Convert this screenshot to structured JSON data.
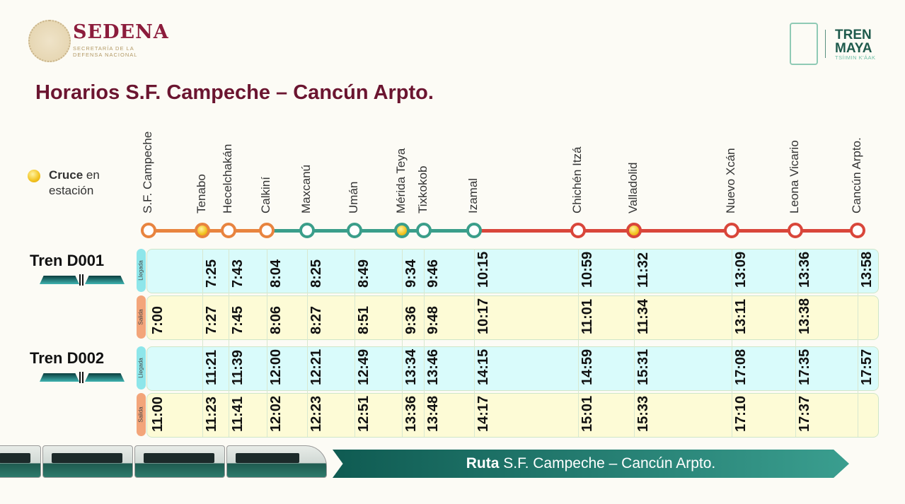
{
  "header": {
    "org": "SEDENA",
    "org_sub1": "SECRETARÍA DE LA",
    "org_sub2": "DEFENSA NACIONAL",
    "brand_line1": "TREN",
    "brand_line2": "MAYA",
    "brand_sub": "TSÍIMIN K'ÁAK"
  },
  "title": "Horarios S.F. Campeche – Cancún Arpto.",
  "legend": {
    "bold": "Cruce",
    "rest1": " en",
    "rest2": "estación"
  },
  "stations": [
    {
      "name": "S.F. Campeche",
      "color": "#e8843f",
      "cruce": false
    },
    {
      "name": "Tenabo",
      "color": "#e8843f",
      "cruce": true
    },
    {
      "name": "Hecelchakán",
      "color": "#e8843f",
      "cruce": false
    },
    {
      "name": "Calkiní",
      "color": "#e8843f",
      "cruce": false
    },
    {
      "name": "Maxcanú",
      "color": "#3a9e8a",
      "cruce": false
    },
    {
      "name": "Umán",
      "color": "#3a9e8a",
      "cruce": false
    },
    {
      "name": "Mérida Teya",
      "color": "#3a9e8a",
      "cruce": true
    },
    {
      "name": "Tixkokob",
      "color": "#3a9e8a",
      "cruce": false
    },
    {
      "name": "Izamal",
      "color": "#3a9e8a",
      "cruce": false
    },
    {
      "name": "Chichén Itzá",
      "color": "#d9463a",
      "cruce": false
    },
    {
      "name": "Valladolid",
      "color": "#d9463a",
      "cruce": true
    },
    {
      "name": "Nuevo Xcán",
      "color": "#d9463a",
      "cruce": false
    },
    {
      "name": "Leona Vicario",
      "color": "#d9463a",
      "cruce": false
    },
    {
      "name": "Cancún Arpto.",
      "color": "#d9463a",
      "cruce": false
    }
  ],
  "row_labels": {
    "arrival": "Llegada",
    "departure": "Salida"
  },
  "trains": [
    {
      "name": "Tren D001",
      "arrival": [
        "",
        "7:25",
        "7:43",
        "8:04",
        "8:25",
        "8:49",
        "9:34",
        "9:46",
        "10:15",
        "10:59",
        "11:32",
        "13:09",
        "13:36",
        "13:58"
      ],
      "departure": [
        "7:00",
        "7:27",
        "7:45",
        "8:06",
        "8:27",
        "8:51",
        "9:36",
        "9:48",
        "10:17",
        "11:01",
        "11:34",
        "13:11",
        "13:38",
        ""
      ]
    },
    {
      "name": "Tren D002",
      "arrival": [
        "",
        "11:21",
        "11:39",
        "12:00",
        "12:21",
        "12:49",
        "13:34",
        "13:46",
        "14:15",
        "14:59",
        "15:31",
        "17:08",
        "17:35",
        "17:57"
      ],
      "departure": [
        "11:00",
        "11:23",
        "11:41",
        "12:02",
        "12:23",
        "12:51",
        "13:36",
        "13:48",
        "14:17",
        "15:01",
        "15:33",
        "17:10",
        "17:37",
        ""
      ]
    }
  ],
  "footer": {
    "route_bold": "Ruta",
    "route_rest": " S.F. Campeche – Cancún Arpto."
  }
}
